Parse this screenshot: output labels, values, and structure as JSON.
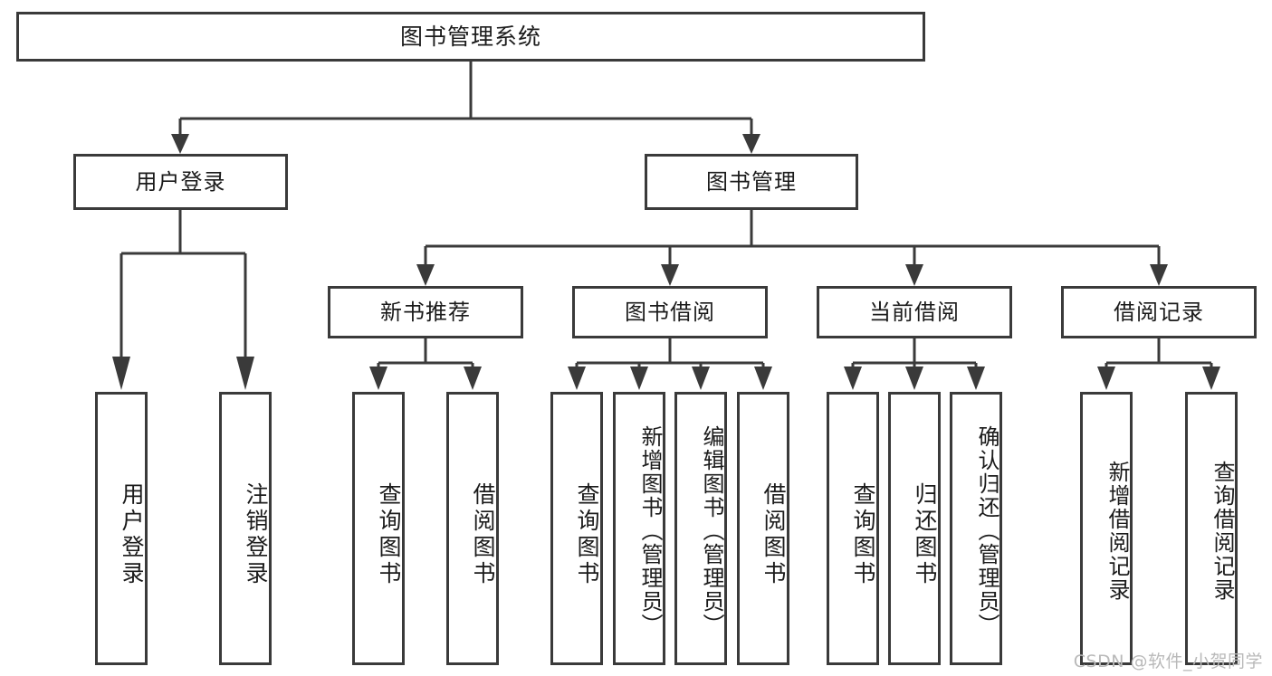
{
  "diagram": {
    "title": "图书管理系统",
    "type": "tree-hierarchy-chart",
    "root": {
      "label": "图书管理系统"
    },
    "level2": [
      {
        "label": "用户登录"
      },
      {
        "label": "图书管理"
      }
    ],
    "level3": [
      {
        "label": "新书推荐"
      },
      {
        "label": "图书借阅"
      },
      {
        "label": "当前借阅"
      },
      {
        "label": "借阅记录"
      }
    ],
    "leaves": {
      "user_login": [
        {
          "label": "用户登录"
        },
        {
          "label": "注销登录"
        }
      ],
      "new_book_recommend": [
        {
          "label": "查询图书"
        },
        {
          "label": "借阅图书"
        }
      ],
      "book_borrow": [
        {
          "label": "查询图书"
        },
        {
          "label": "新增图书（管理员）"
        },
        {
          "label": "编辑图书（管理员）"
        },
        {
          "label": "借阅图书"
        }
      ],
      "current_borrow": [
        {
          "label": "查询图书"
        },
        {
          "label": "归还图书"
        },
        {
          "label": "确认归还（管理员）"
        }
      ],
      "borrow_record": [
        {
          "label": "新增借阅记录"
        },
        {
          "label": "查询借阅记录"
        }
      ]
    }
  },
  "watermark": {
    "text": "CSDN @软件_小贺同学"
  },
  "colors": {
    "stroke": "#3a3a3a",
    "text": "#1b1b1b",
    "background": "#ffffff",
    "watermark": "#b9b9b9"
  }
}
